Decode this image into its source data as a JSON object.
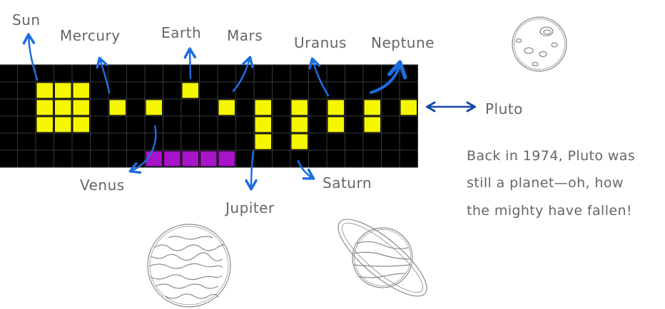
{
  "grid": {
    "columns": 23,
    "rows": 6,
    "colors": {
      "background": "#000000",
      "gridline": "#3a3a3a",
      "planet": "#f5f700",
      "belt": "#a814c8",
      "arrow": "#1c6de0",
      "pluto_arrow": "#1446a8",
      "text": "#666666",
      "sketch": "#8a8a8a"
    },
    "yellow_cells": [
      [
        2,
        1
      ],
      [
        3,
        1
      ],
      [
        4,
        1
      ],
      [
        2,
        2
      ],
      [
        3,
        2
      ],
      [
        4,
        2
      ],
      [
        2,
        3
      ],
      [
        3,
        3
      ],
      [
        4,
        3
      ],
      [
        6,
        2
      ],
      [
        8,
        2
      ],
      [
        10,
        1
      ],
      [
        12,
        2
      ],
      [
        14,
        2
      ],
      [
        14,
        3
      ],
      [
        14,
        4
      ],
      [
        16,
        2
      ],
      [
        16,
        3
      ],
      [
        16,
        4
      ],
      [
        18,
        2
      ],
      [
        18,
        3
      ],
      [
        20,
        2
      ],
      [
        20,
        3
      ],
      [
        22,
        2
      ]
    ],
    "purple_cells": [
      [
        8,
        5
      ],
      [
        9,
        5
      ],
      [
        10,
        5
      ],
      [
        11,
        5
      ],
      [
        12,
        5
      ]
    ]
  },
  "labels": {
    "sun": "Sun",
    "mercury": "Mercury",
    "earth": "Earth",
    "mars": "Mars",
    "uranus": "Uranus",
    "neptune": "Neptune",
    "pluto": "Pluto",
    "venus": "Venus",
    "jupiter": "Jupiter",
    "saturn": "Saturn"
  },
  "note": {
    "line1": "Back in 1974, Pluto was",
    "line2": "still a planet—oh, how",
    "line3": "the mighty have fallen!"
  },
  "decorations": [
    "moon-sketch-icon",
    "jupiter-sketch-icon",
    "saturn-sketch-icon"
  ]
}
